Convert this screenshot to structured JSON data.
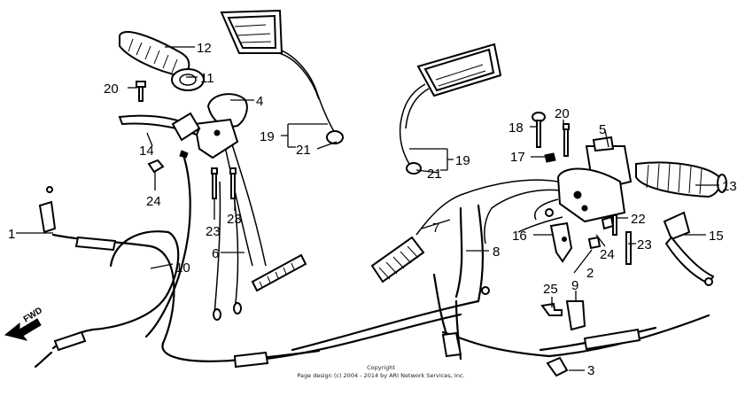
{
  "callouts": {
    "c1": "1",
    "c2": "2",
    "c3": "3",
    "c4": "4",
    "c5": "5",
    "c6": "6",
    "c7": "7",
    "c8": "8",
    "c9": "9",
    "c10": "10",
    "c11": "11",
    "c12": "12",
    "c13": "13",
    "c14": "14",
    "c15": "15",
    "c16": "16",
    "c17": "17",
    "c18": "18",
    "c19a": "19",
    "c19b": "19",
    "c20a": "20",
    "c20b": "20",
    "c21a": "21",
    "c21b": "21",
    "c22": "22",
    "c23a": "23",
    "c23b": "23",
    "c23c": "23",
    "c24a": "24",
    "c24b": "24",
    "c25": "25"
  },
  "fwd_label": "FWD",
  "copyright": {
    "line1": "Copyright",
    "line2": "Page design (c) 2004 - 2014 by ARI Network Services, Inc."
  }
}
